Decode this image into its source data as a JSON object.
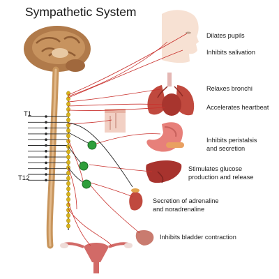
{
  "title": "Sympathetic System",
  "segment_labels": {
    "upper": "T1",
    "lower": "T12"
  },
  "effects": {
    "pupils": "Dilates pupils",
    "salivation": "Inhibits salivation",
    "bronchi": "Relaxes bronchi",
    "heartbeat": "Accelerates heartbeat",
    "peristalsis_line1": "Inhibits peristalsis",
    "peristalsis_line2": "and secretion",
    "glucose_line1": "Stimulates glucose",
    "glucose_line2": "production and release",
    "adrenaline_line1": "Secretion of adrenaline",
    "adrenaline_line2": "and noradrenaline",
    "bladder": "Inhibits bladder contraction"
  },
  "colors": {
    "nerve": "#c9302c",
    "nerve_dark": "#2a2a2a",
    "ganglion": "#2e9e3a",
    "chain_bead": "#d8b21a",
    "brain": "#b07a4a",
    "spinal_cord": "#c8955c",
    "organ_red": "#c0493e",
    "skin": "#f6dccb"
  }
}
